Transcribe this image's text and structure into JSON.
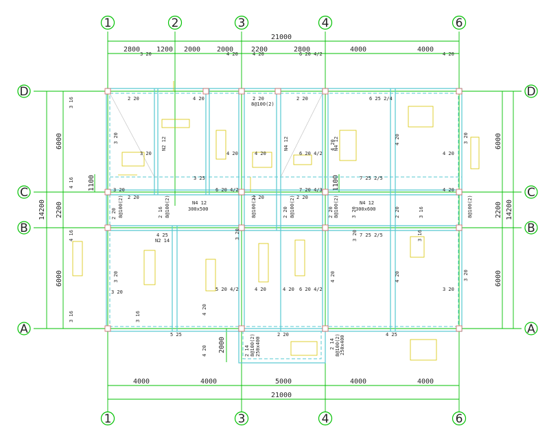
{
  "axes": {
    "numeric": [
      "1",
      "2",
      "3",
      "4",
      "6"
    ],
    "letters": [
      "D",
      "C",
      "B",
      "A"
    ]
  },
  "dims_top": [
    "2800",
    "1200",
    "2000",
    "2000",
    "2200",
    "2800",
    "4000",
    "4000"
  ],
  "dim_top_total": "21000",
  "dims_bottom": [
    "4000",
    "4000",
    "5000",
    "4000",
    "4000"
  ],
  "dim_bottom_total": "21000",
  "dims_left": [
    "6000",
    "2200",
    "6000"
  ],
  "dim_left_total": "14200",
  "dims_right": [
    "6000",
    "2200",
    "6000"
  ],
  "dim_right_total": "14200",
  "aux_dims": {
    "d1100a": "1100",
    "d1100b": "1100",
    "d2000": "2000"
  },
  "beam_labels": {
    "t1": "3 20",
    "t2": "4 20",
    "t3": "4 20",
    "t4": "6 20 4/2",
    "t5": "4 20",
    "l1": "3 16",
    "l2": "4 16",
    "l3": "4 16",
    "l4": "3 16",
    "r1": "3 20",
    "r2": "3 20",
    "c1": "2 20",
    "c2": "2 20",
    "c3": "2 20",
    "c4": "6 25 2/4",
    "c5": "3 20",
    "c6": "3 20",
    "c7": "N2 12",
    "c8": "4 20",
    "c9": "4 20",
    "c10": "4 20",
    "c11": "N4 12",
    "c12": "6 20 4/2",
    "c13": "4 20",
    "c14": "N4 12",
    "c15": "4 20",
    "c16": "4 20",
    "m1": "3 20",
    "m2": "3 25",
    "m3": "6 20 4/2",
    "m4": "7 20 4/3",
    "m5": "7 25 2/5",
    "m6": "4 20",
    "m7": "2 20",
    "m8": "2 20",
    "m9": "2 20",
    "m10": "N4 12",
    "m11": "300x500",
    "m12": "N4 12",
    "m13": "300x600",
    "m14": "2 16",
    "m15": "2 20",
    "m16": "2 20",
    "m17": "2 20",
    "m18": "2 20",
    "m19": "3 20",
    "m20": "3 16",
    "b1": "4 25",
    "b2": "N2 14",
    "b3": "3 20",
    "b4": "7 25 2/5",
    "b5": "3 16",
    "b6": "3 20",
    "b7": "3 20",
    "b8": "4 20",
    "b9": "4 20",
    "b10": "5 20 4/2",
    "b11": "4 20",
    "b12": "6 20 4/2",
    "b13": "4 20",
    "b14": "3 20",
    "b15": "4 20",
    "b16": "3 16",
    "b17": "5 25",
    "b18": "2 20",
    "b19": "4 25",
    "b20": "4 20",
    "s1": "2 14",
    "s2": "250x400",
    "s3": "2 14",
    "s4": "250x400",
    "s5": "8@100(2)",
    "s6": "8@100(2)",
    "k1": "8@100(2)",
    "k2": "8@100(2)",
    "k3": "8@100(2)",
    "k4": "8@100(2)",
    "k5": "8@100(2)",
    "k6": "8@100(2)",
    "k7": "8@100(2)"
  },
  "colors": {
    "axis": "#00c000",
    "beam": "#55c8d0",
    "note": "#d8c400",
    "column": "#d06060"
  }
}
